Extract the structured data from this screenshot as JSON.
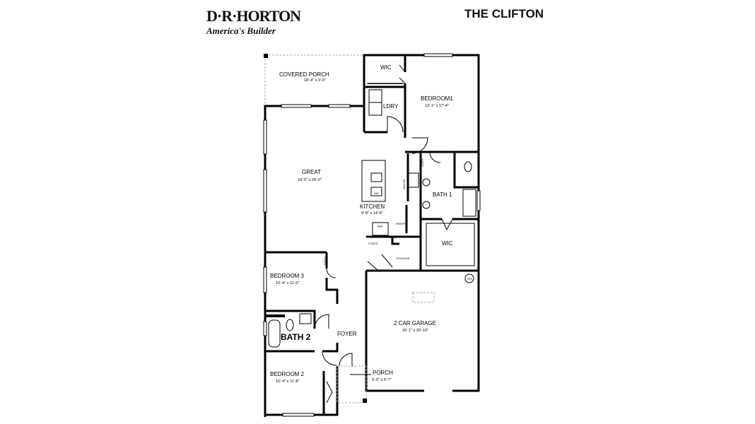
{
  "brand": {
    "name": "D·R·HORTON",
    "tagline": "America's Builder"
  },
  "title": "THE CLIFTON",
  "rooms": {
    "covered_porch": {
      "label": "COVERED PORCH",
      "dim": "18'-4\" x 9'-0\""
    },
    "wic_top": {
      "label": "WIC"
    },
    "bedroom1": {
      "label": "BEDROOM1",
      "dim": "13'-1\" x 17'-4\""
    },
    "ldry": {
      "label": "LDRY"
    },
    "great": {
      "label": "GREAT",
      "dim": "18'-0\" x 26'-0\""
    },
    "kitchen": {
      "label": "KITCHEN",
      "dim": "9'-8\" x 14'-8\""
    },
    "bath1": {
      "label": "BATH 1"
    },
    "wic_bath": {
      "label": "WIC"
    },
    "bedroom3": {
      "label": "BEDROOM 3",
      "dim": "10'-4\" x 11'-0\""
    },
    "bath2": {
      "label": "BATH 2"
    },
    "foyer": {
      "label": "FOYER"
    },
    "garage": {
      "label": "2 CAR GARAGE",
      "dim": "20'-1\" x 20'-10\""
    },
    "porch": {
      "label": "PORCH",
      "dim": "5'-0\" x 6'-7\""
    },
    "bedroom2": {
      "label": "BEDROOM 2",
      "dim": "10'-4\" x 11'-8\""
    }
  },
  "fixtures": {
    "linen1": "LINEN",
    "linen2": "LINEN",
    "range": "RANGE",
    "dw": "DW",
    "ref": "REF",
    "pantry": "PANTRY",
    "coats": "COATS",
    "storage": "STORAGE",
    "wh": "WH"
  }
}
